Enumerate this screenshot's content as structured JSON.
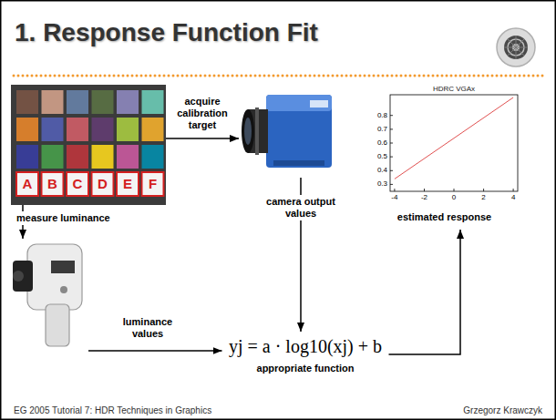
{
  "diagram": {
    "title": "1. Response Function Fit",
    "nodes": [
      {
        "text": [
          "A",
          "B",
          "C",
          "D",
          "E",
          "F"
        ]
      },
      {
        "text": []
      },
      {
        "text": [
          "HDRC VGAx",
          "estimated response"
        ]
      },
      {
        "text": []
      },
      {
        "text": [
          "yj = a · log10(xj) + b",
          "appropriate function"
        ]
      }
    ],
    "edges": [
      {
        "from": 0,
        "to": 1,
        "arrow": "to",
        "label": "acquire calibration target"
      },
      {
        "from": 0,
        "to": 3,
        "arrow": "to",
        "label": "measure luminance"
      },
      {
        "from": 1,
        "to": 4,
        "arrow": "to",
        "label": "camera output values"
      },
      {
        "from": 3,
        "to": 4,
        "arrow": "to",
        "label": "luminance values"
      },
      {
        "from": 4,
        "to": 2,
        "arrow": "to"
      }
    ],
    "labels": [
      "-4",
      "-2",
      "0",
      "2",
      "4",
      "0.3",
      "0.4",
      "0.5",
      "0.6",
      "0.7",
      "0.8",
      "EG 2005 Tutorial 7: HDR Techniques in Graphics",
      "Grzegorz Krawczyk"
    ]
  }
}
